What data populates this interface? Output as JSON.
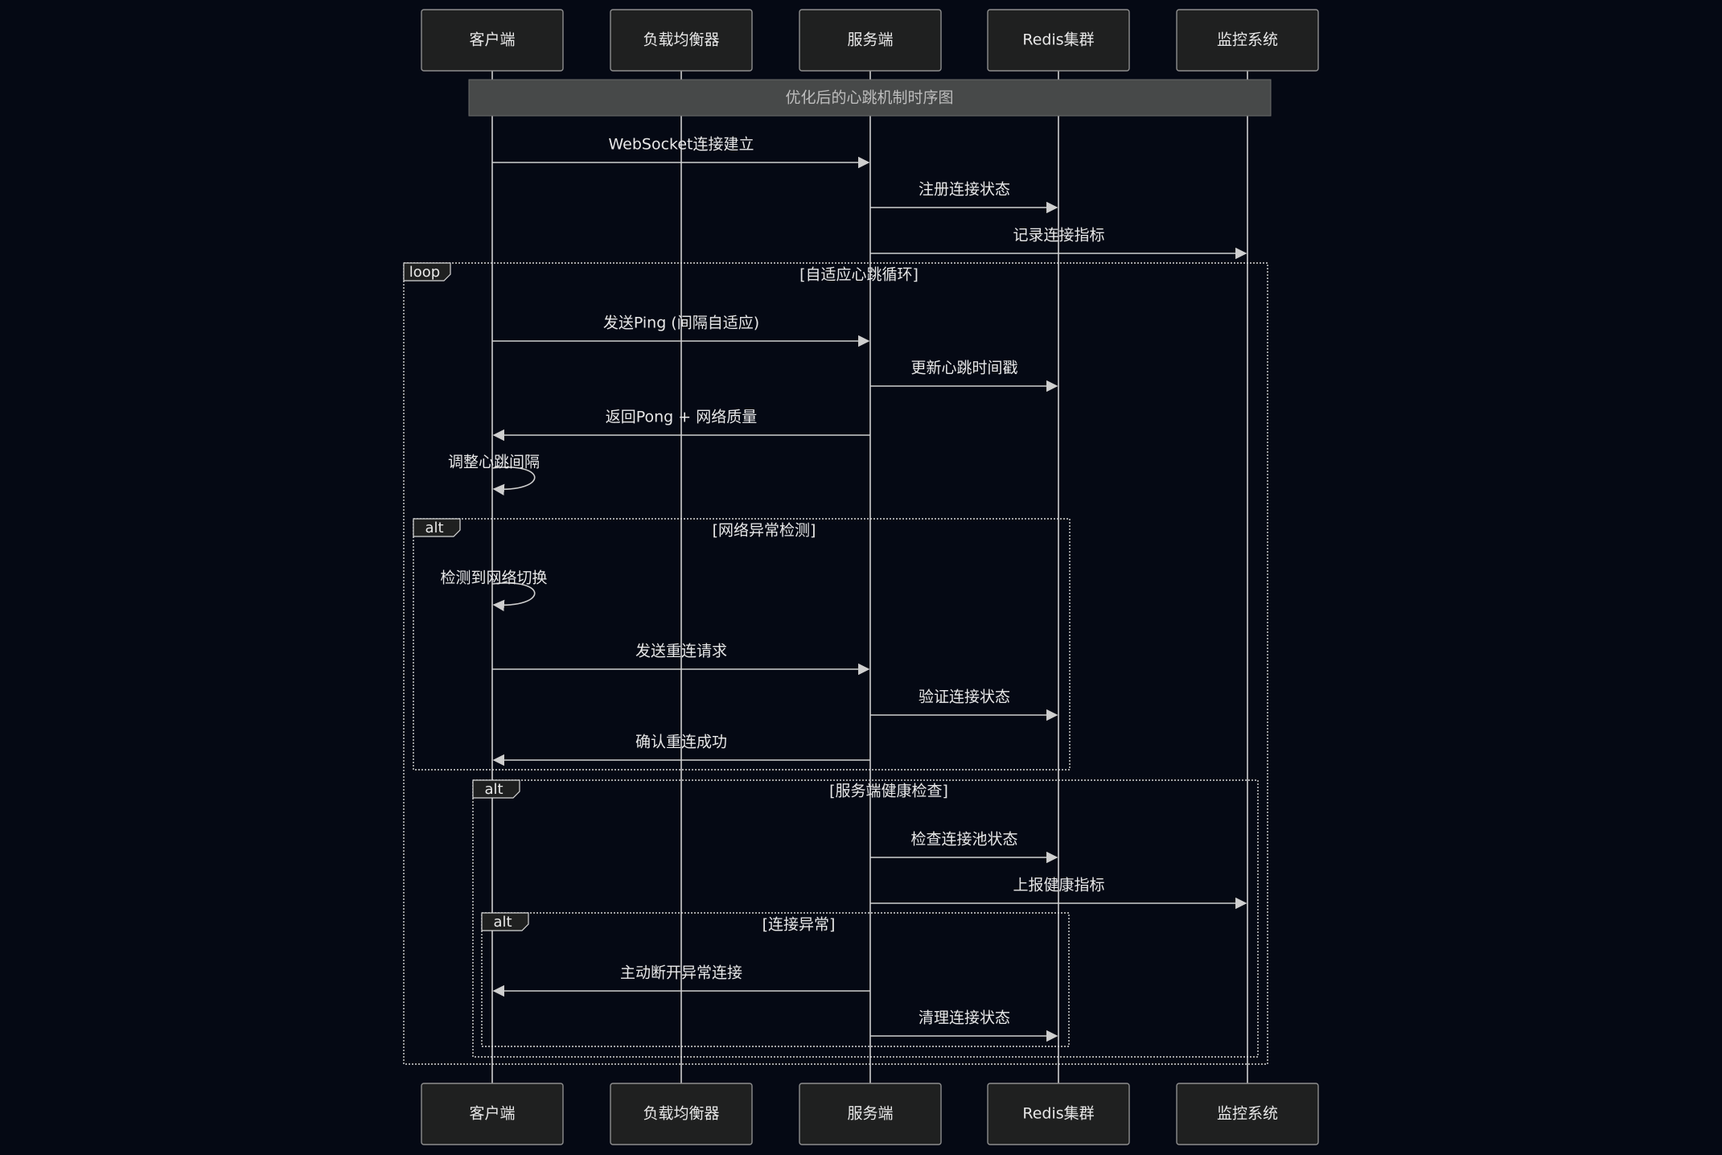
{
  "colors": {
    "background": "#050914",
    "actor_fill": "#1f2020",
    "actor_border": "#8e8e8e",
    "line": "#cfcfcf",
    "text": "#e8e8e8",
    "note_fill": "#474949",
    "note_text": "#bdbdbd",
    "frame_label_fill": "#1f2020"
  },
  "participants": [
    {
      "id": "client",
      "label": "客户端"
    },
    {
      "id": "lb",
      "label": "负载均衡器"
    },
    {
      "id": "server",
      "label": "服务端"
    },
    {
      "id": "redis",
      "label": "Redis集群"
    },
    {
      "id": "monitor",
      "label": "监控系统"
    }
  ],
  "note": "优化后的心跳机制时序图",
  "messages": [
    {
      "from": "client",
      "to": "server",
      "label": "WebSocket连接建立"
    },
    {
      "from": "server",
      "to": "redis",
      "label": "注册连接状态"
    },
    {
      "from": "server",
      "to": "monitor",
      "label": "记录连接指标"
    },
    {
      "from": "client",
      "to": "server",
      "label": "发送Ping (间隔自适应)"
    },
    {
      "from": "server",
      "to": "redis",
      "label": "更新心跳时间戳"
    },
    {
      "from": "server",
      "to": "client",
      "label": "返回Pong + 网络质量"
    },
    {
      "from": "client",
      "to": "client",
      "label": "调整心跳间隔"
    },
    {
      "from": "client",
      "to": "client",
      "label": "检测到网络切换"
    },
    {
      "from": "client",
      "to": "server",
      "label": "发送重连请求"
    },
    {
      "from": "server",
      "to": "redis",
      "label": "验证连接状态"
    },
    {
      "from": "server",
      "to": "client",
      "label": "确认重连成功"
    },
    {
      "from": "server",
      "to": "redis",
      "label": "检查连接池状态"
    },
    {
      "from": "server",
      "to": "monitor",
      "label": "上报健康指标"
    },
    {
      "from": "server",
      "to": "client",
      "label": "主动断开异常连接"
    },
    {
      "from": "server",
      "to": "redis",
      "label": "清理连接状态"
    }
  ],
  "frames": [
    {
      "kind": "loop",
      "condition": "[自适应心跳循环]"
    },
    {
      "kind": "alt",
      "condition": "[网络异常检测]"
    },
    {
      "kind": "alt",
      "condition": "[服务端健康检查]"
    },
    {
      "kind": "alt",
      "condition": "[连接异常]"
    }
  ]
}
